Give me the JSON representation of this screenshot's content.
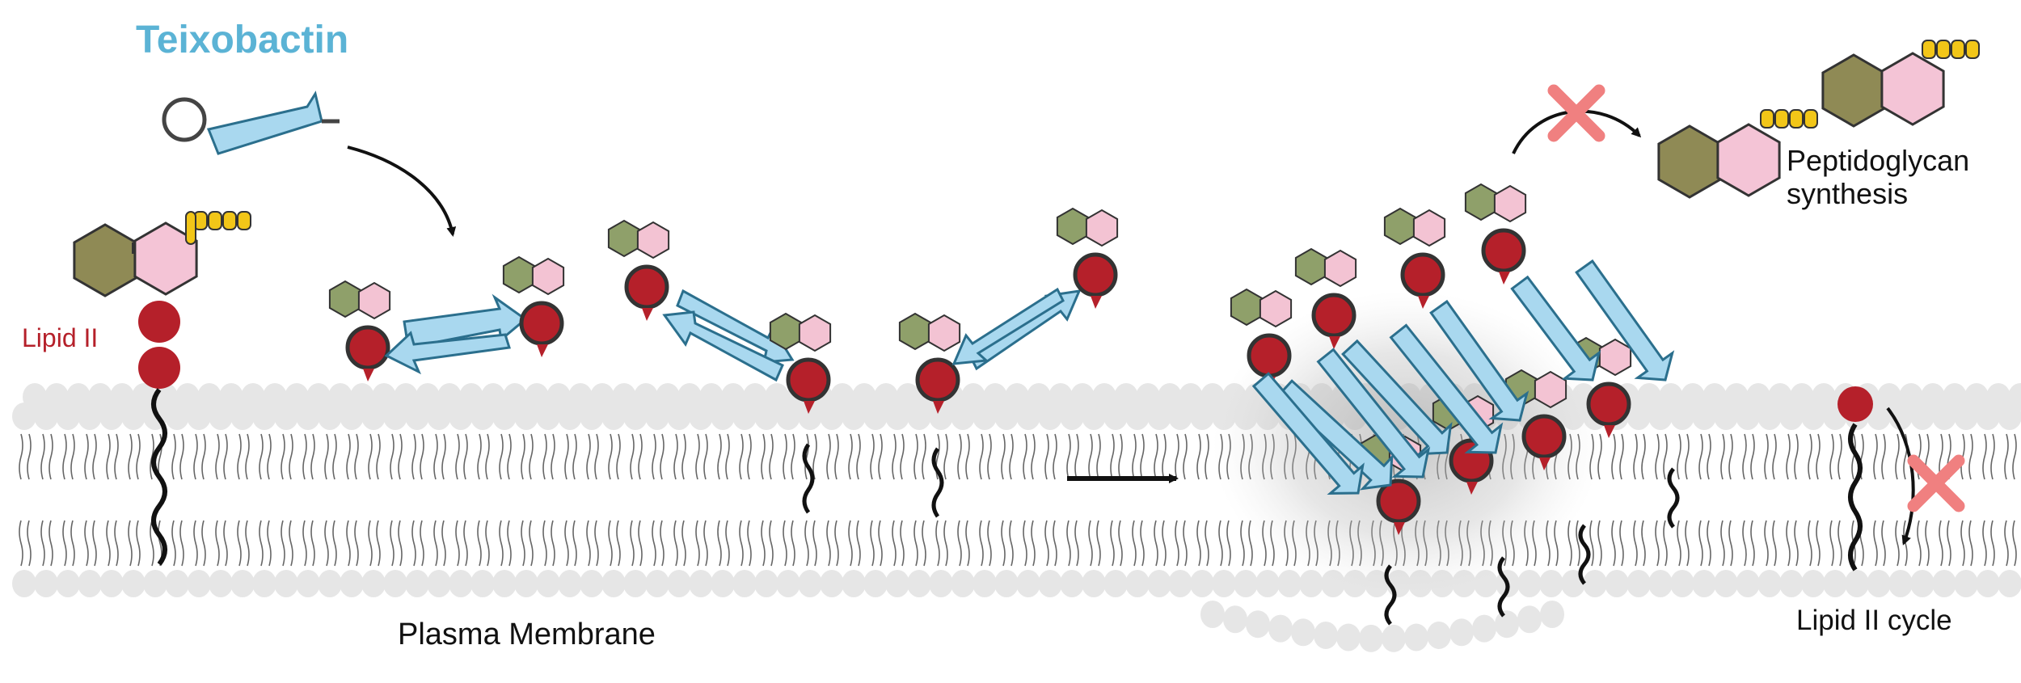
{
  "labels": {
    "title": "Teixobactin",
    "lipid": "Lipid II",
    "membrane": "Plasma Membrane",
    "pg_line1": "Peptidoglycan",
    "pg_line2": "synthesis",
    "cycle": "Lipid II cycle"
  },
  "colors": {
    "teixobactin": "#5bb3d5",
    "arrow_fill": "#a9d8ef",
    "arrow_stroke": "#2b6f8d",
    "lipid_red": "#b5202a",
    "hex_olive": "#8f8a55",
    "hex_pink": "#f4c4d6",
    "hex_green": "#8fa06a",
    "hex_pink_small": "#f3c3d3",
    "peptide_gold": "#f2c618",
    "cross": "#f08080",
    "lipid_head": "#e6e6e6",
    "tail": "#666666"
  },
  "icons": [
    "lipid-ii-molecule",
    "teixobactin-molecule",
    "cross-mark-icon",
    "reaction-arrow-icon",
    "peptidoglycan-icon"
  ]
}
